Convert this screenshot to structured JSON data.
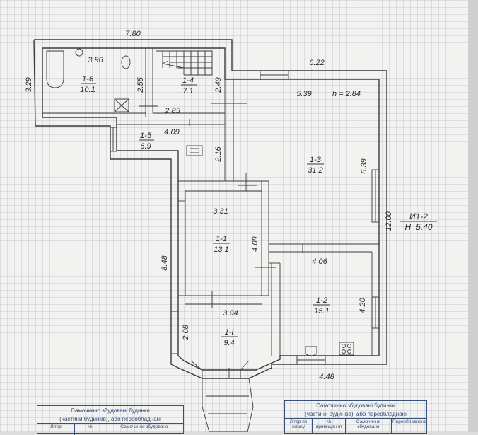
{
  "plan": {
    "overall_width": "7.80",
    "right_wall": "6.22",
    "rooms": [
      {
        "id": "1-6",
        "area": "10.1"
      },
      {
        "id": "1-4",
        "area": "7.1"
      },
      {
        "id": "1-5",
        "area": "6.9"
      },
      {
        "id": "1-3",
        "area": "31.2"
      },
      {
        "id": "1-1",
        "area": "13.1"
      },
      {
        "id": "1-2",
        "area": "15.1"
      },
      {
        "id": "1-I",
        "area": "9.4"
      }
    ],
    "dims": {
      "d329": "3.29",
      "d396": "3.96",
      "d255": "2.55",
      "d249": "2.49",
      "d285": "2.85",
      "d409a": "4.09",
      "d216": "2.16",
      "d539": "5.39",
      "height": "h = 2.84",
      "d639": "6.39",
      "d1200": "12.00",
      "d331": "3.31",
      "d409b": "4.09",
      "d848": "8.48",
      "d406": "4.06",
      "d420": "4.20",
      "d394": "3.94",
      "d208": "2.08",
      "d448": "4.48"
    },
    "building_id": "И1-2",
    "building_height": "H=5.40"
  },
  "stamps": {
    "left": {
      "line1": "Самочинно збудовані будинки",
      "line2": "(частини будинків), або переобладнані",
      "c1": "Літер",
      "c2": "№",
      "c3": "Самочинно збудовано"
    },
    "right": {
      "line1": "Самочинно збудовані будинки",
      "line2": "(частини будинків), або переобладнані",
      "c1": "Літер по плану",
      "c2": "№ приміщення",
      "c3": "Самочинно збудовано",
      "c4": "Переобладнано"
    }
  }
}
